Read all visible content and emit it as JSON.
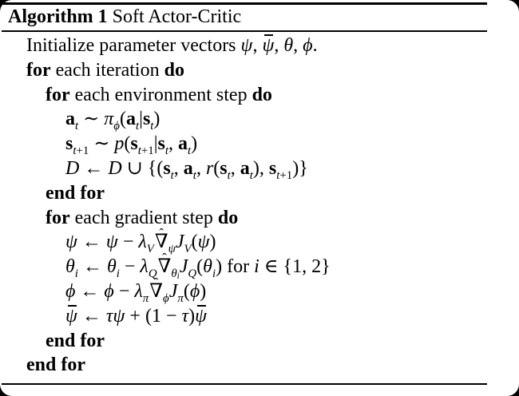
{
  "colors": {
    "frame": "#000000",
    "sheet": "#ffffff",
    "text": "#000000",
    "rule": "#000000"
  },
  "header": {
    "label": "Algorithm 1",
    "name": " Soft Actor-Critic"
  },
  "algorithm": {
    "lines": [
      {
        "indent": 0,
        "tokens": [
          {
            "k": "r",
            "v": "Initialize parameter vectors "
          },
          {
            "k": "i",
            "v": "ψ"
          },
          {
            "k": "r",
            "v": ", "
          },
          {
            "k": "ov",
            "v": "ψ"
          },
          {
            "k": "r",
            "v": ", "
          },
          {
            "k": "i",
            "v": "θ"
          },
          {
            "k": "r",
            "v": ", "
          },
          {
            "k": "i",
            "v": "ϕ"
          },
          {
            "k": "r",
            "v": "."
          }
        ]
      },
      {
        "indent": 0,
        "tokens": [
          {
            "k": "b",
            "v": "for"
          },
          {
            "k": "r",
            "v": " each iteration "
          },
          {
            "k": "b",
            "v": "do"
          }
        ]
      },
      {
        "indent": 1,
        "tokens": [
          {
            "k": "b",
            "v": "for"
          },
          {
            "k": "r",
            "v": " each environment step "
          },
          {
            "k": "b",
            "v": "do"
          }
        ]
      },
      {
        "indent": 2,
        "tokens": [
          {
            "k": "bm",
            "v": "a"
          },
          {
            "k": "sub",
            "v": [
              {
                "k": "i",
                "v": "t"
              }
            ]
          },
          {
            "k": "o",
            "v": " ∼ "
          },
          {
            "k": "i",
            "v": "π"
          },
          {
            "k": "sub",
            "v": [
              {
                "k": "i",
                "v": "ϕ"
              }
            ]
          },
          {
            "k": "o",
            "v": "("
          },
          {
            "k": "bm",
            "v": "a"
          },
          {
            "k": "sub",
            "v": [
              {
                "k": "i",
                "v": "t"
              }
            ]
          },
          {
            "k": "o",
            "v": "|"
          },
          {
            "k": "bm",
            "v": "s"
          },
          {
            "k": "sub",
            "v": [
              {
                "k": "i",
                "v": "t"
              }
            ]
          },
          {
            "k": "o",
            "v": ")"
          }
        ]
      },
      {
        "indent": 2,
        "tokens": [
          {
            "k": "bm",
            "v": "s"
          },
          {
            "k": "sub",
            "v": [
              {
                "k": "i",
                "v": "t"
              },
              {
                "k": "r",
                "v": "+1"
              }
            ]
          },
          {
            "k": "o",
            "v": " ∼ "
          },
          {
            "k": "i",
            "v": "p"
          },
          {
            "k": "o",
            "v": "("
          },
          {
            "k": "bm",
            "v": "s"
          },
          {
            "k": "sub",
            "v": [
              {
                "k": "i",
                "v": "t"
              },
              {
                "k": "r",
                "v": "+1"
              }
            ]
          },
          {
            "k": "o",
            "v": "|"
          },
          {
            "k": "bm",
            "v": "s"
          },
          {
            "k": "sub",
            "v": [
              {
                "k": "i",
                "v": "t"
              }
            ]
          },
          {
            "k": "o",
            "v": ", "
          },
          {
            "k": "bm",
            "v": "a"
          },
          {
            "k": "sub",
            "v": [
              {
                "k": "i",
                "v": "t"
              }
            ]
          },
          {
            "k": "o",
            "v": ")"
          }
        ]
      },
      {
        "indent": 2,
        "tokens": [
          {
            "k": "scr",
            "v": "D"
          },
          {
            "k": "o",
            "v": " ← "
          },
          {
            "k": "scr",
            "v": "D"
          },
          {
            "k": "o",
            "v": " ∪ "
          },
          {
            "k": "o",
            "v": "{("
          },
          {
            "k": "bm",
            "v": "s"
          },
          {
            "k": "sub",
            "v": [
              {
                "k": "i",
                "v": "t"
              }
            ]
          },
          {
            "k": "o",
            "v": ", "
          },
          {
            "k": "bm",
            "v": "a"
          },
          {
            "k": "sub",
            "v": [
              {
                "k": "i",
                "v": "t"
              }
            ]
          },
          {
            "k": "o",
            "v": ", "
          },
          {
            "k": "i",
            "v": "r"
          },
          {
            "k": "o",
            "v": "("
          },
          {
            "k": "bm",
            "v": "s"
          },
          {
            "k": "sub",
            "v": [
              {
                "k": "i",
                "v": "t"
              }
            ]
          },
          {
            "k": "o",
            "v": ", "
          },
          {
            "k": "bm",
            "v": "a"
          },
          {
            "k": "sub",
            "v": [
              {
                "k": "i",
                "v": "t"
              }
            ]
          },
          {
            "k": "o",
            "v": ")"
          },
          {
            "k": "o",
            "v": ", "
          },
          {
            "k": "bm",
            "v": "s"
          },
          {
            "k": "sub",
            "v": [
              {
                "k": "i",
                "v": "t"
              },
              {
                "k": "r",
                "v": "+1"
              }
            ]
          },
          {
            "k": "o",
            "v": ")}"
          }
        ]
      },
      {
        "indent": 1,
        "tokens": [
          {
            "k": "b",
            "v": "end for"
          }
        ]
      },
      {
        "indent": 1,
        "tokens": [
          {
            "k": "b",
            "v": "for"
          },
          {
            "k": "r",
            "v": " each gradient step "
          },
          {
            "k": "b",
            "v": "do"
          }
        ]
      },
      {
        "indent": 2,
        "tokens": [
          {
            "k": "i",
            "v": "ψ"
          },
          {
            "k": "o",
            "v": " ← "
          },
          {
            "k": "i",
            "v": "ψ"
          },
          {
            "k": "o",
            "v": " − "
          },
          {
            "k": "i",
            "v": "λ"
          },
          {
            "k": "sub",
            "v": [
              {
                "k": "i",
                "v": "V"
              }
            ]
          },
          {
            "k": "nh",
            "v": "∇",
            "hat": "ˆ"
          },
          {
            "k": "sub",
            "v": [
              {
                "k": "i",
                "v": "ψ"
              }
            ]
          },
          {
            "k": "i",
            "v": "J"
          },
          {
            "k": "sub",
            "v": [
              {
                "k": "i",
                "v": "V"
              }
            ]
          },
          {
            "k": "o",
            "v": "("
          },
          {
            "k": "i",
            "v": "ψ"
          },
          {
            "k": "o",
            "v": ")"
          }
        ]
      },
      {
        "indent": 2,
        "tokens": [
          {
            "k": "i",
            "v": "θ"
          },
          {
            "k": "sub",
            "v": [
              {
                "k": "i",
                "v": "i"
              }
            ]
          },
          {
            "k": "o",
            "v": " ← "
          },
          {
            "k": "i",
            "v": "θ"
          },
          {
            "k": "sub",
            "v": [
              {
                "k": "i",
                "v": "i"
              }
            ]
          },
          {
            "k": "o",
            "v": " − "
          },
          {
            "k": "i",
            "v": "λ"
          },
          {
            "k": "sub",
            "v": [
              {
                "k": "i",
                "v": "Q"
              }
            ]
          },
          {
            "k": "nh",
            "v": "∇",
            "hat": "ˆ"
          },
          {
            "k": "sub",
            "v": [
              {
                "k": "i",
                "v": "θ"
              },
              {
                "k": "sub",
                "v": [
                  {
                    "k": "i",
                    "v": "i"
                  }
                ]
              }
            ]
          },
          {
            "k": "i",
            "v": "J"
          },
          {
            "k": "sub",
            "v": [
              {
                "k": "i",
                "v": "Q"
              }
            ]
          },
          {
            "k": "o",
            "v": "("
          },
          {
            "k": "i",
            "v": "θ"
          },
          {
            "k": "sub",
            "v": [
              {
                "k": "i",
                "v": "i"
              }
            ]
          },
          {
            "k": "o",
            "v": ")"
          },
          {
            "k": "r",
            "v": " for "
          },
          {
            "k": "i",
            "v": "i"
          },
          {
            "k": "o",
            "v": " ∈ {"
          },
          {
            "k": "r",
            "v": "1"
          },
          {
            "k": "o",
            "v": ", "
          },
          {
            "k": "r",
            "v": "2"
          },
          {
            "k": "o",
            "v": "}"
          }
        ]
      },
      {
        "indent": 2,
        "tokens": [
          {
            "k": "i",
            "v": "ϕ"
          },
          {
            "k": "o",
            "v": " ← "
          },
          {
            "k": "i",
            "v": "ϕ"
          },
          {
            "k": "o",
            "v": " − "
          },
          {
            "k": "i",
            "v": "λ"
          },
          {
            "k": "sub",
            "v": [
              {
                "k": "i",
                "v": "π"
              }
            ]
          },
          {
            "k": "nh",
            "v": "∇",
            "hat": "ˆ"
          },
          {
            "k": "sub",
            "v": [
              {
                "k": "i",
                "v": "ϕ"
              }
            ]
          },
          {
            "k": "i",
            "v": "J"
          },
          {
            "k": "sub",
            "v": [
              {
                "k": "i",
                "v": "π"
              }
            ]
          },
          {
            "k": "o",
            "v": "("
          },
          {
            "k": "i",
            "v": "ϕ"
          },
          {
            "k": "o",
            "v": ")"
          }
        ]
      },
      {
        "indent": 2,
        "tokens": [
          {
            "k": "ov",
            "v": "ψ"
          },
          {
            "k": "o",
            "v": " ← "
          },
          {
            "k": "i",
            "v": "τψ"
          },
          {
            "k": "o",
            "v": " + ("
          },
          {
            "k": "r",
            "v": "1"
          },
          {
            "k": "o",
            "v": " − "
          },
          {
            "k": "i",
            "v": "τ"
          },
          {
            "k": "o",
            "v": ")"
          },
          {
            "k": "ov",
            "v": "ψ"
          }
        ]
      },
      {
        "indent": 1,
        "tokens": [
          {
            "k": "b",
            "v": "end for"
          }
        ]
      },
      {
        "indent": 0,
        "tokens": [
          {
            "k": "b",
            "v": "end for"
          }
        ]
      }
    ]
  }
}
